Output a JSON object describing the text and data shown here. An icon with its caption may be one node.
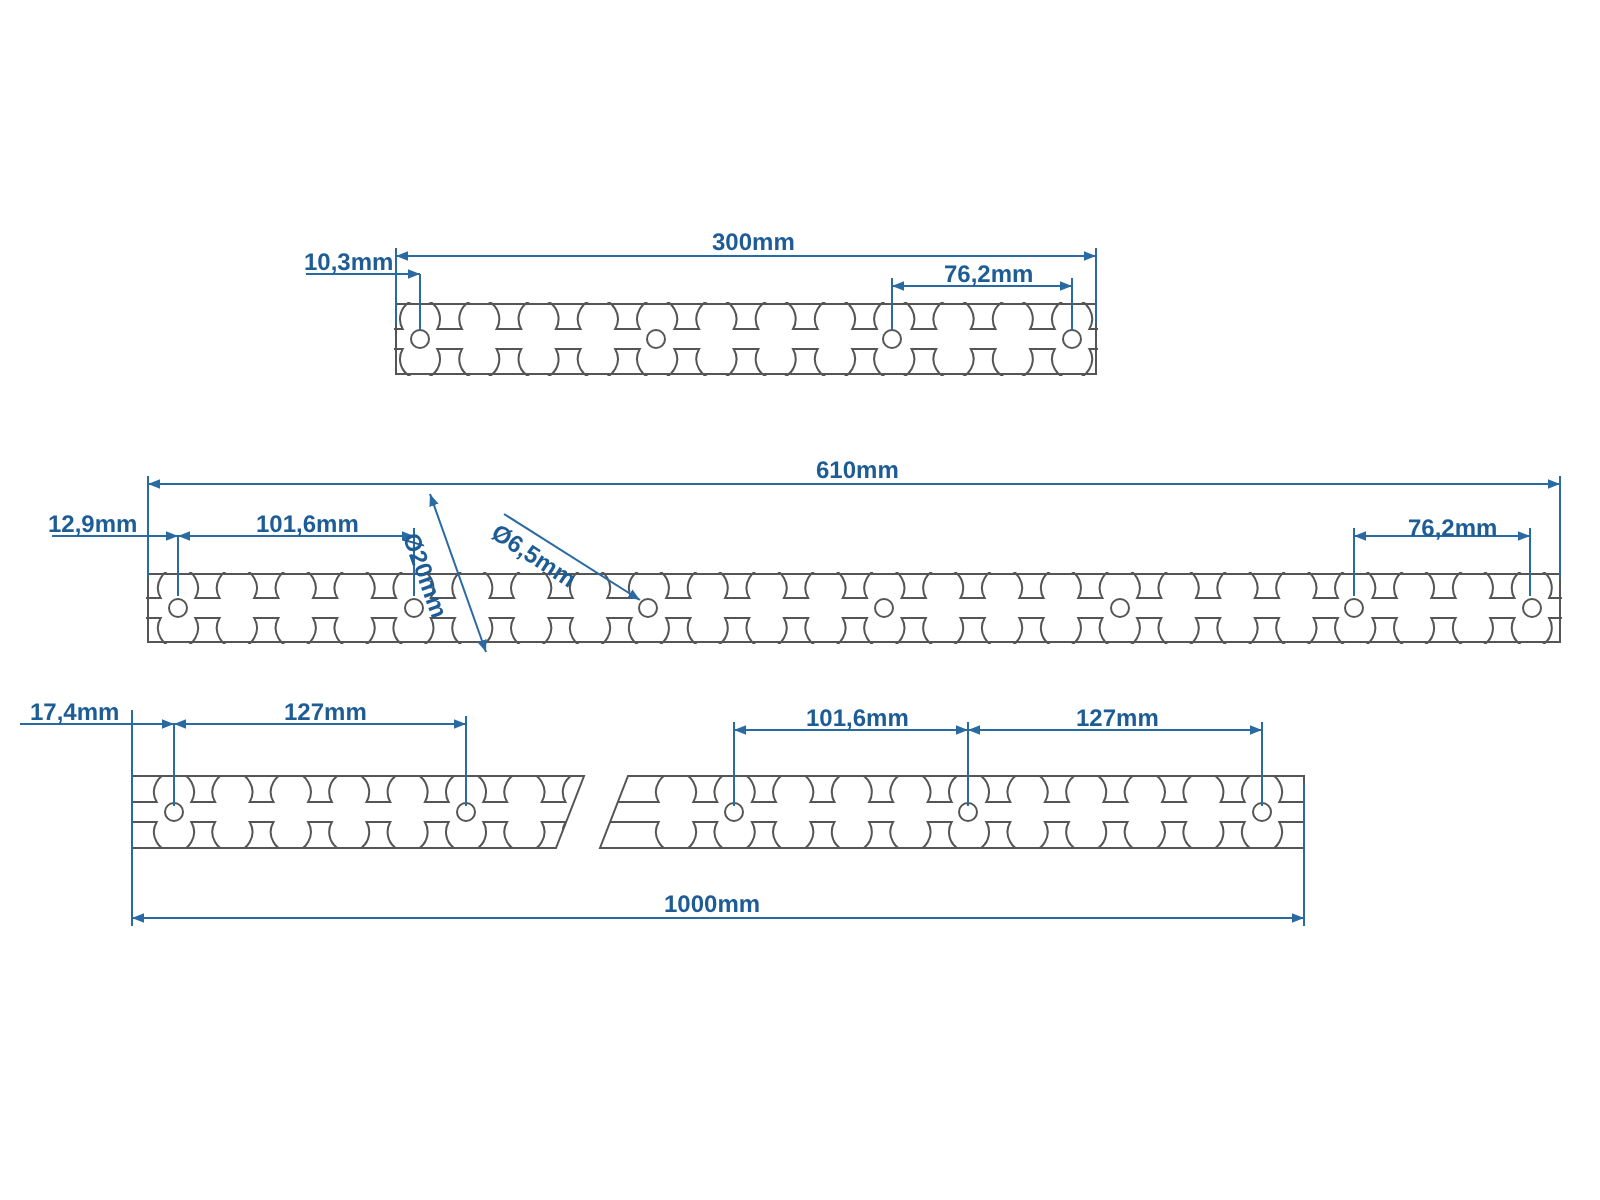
{
  "diagram": {
    "labels": [
      "300mm",
      "10,3mm",
      "76,2mm",
      "610mm",
      "12,9mm",
      "101,6mm",
      "Ø20mm",
      "Ø6,5mm",
      "76,2mm",
      "17,4mm",
      "127mm",
      "101,6mm",
      "127mm",
      "1000mm"
    ]
  }
}
